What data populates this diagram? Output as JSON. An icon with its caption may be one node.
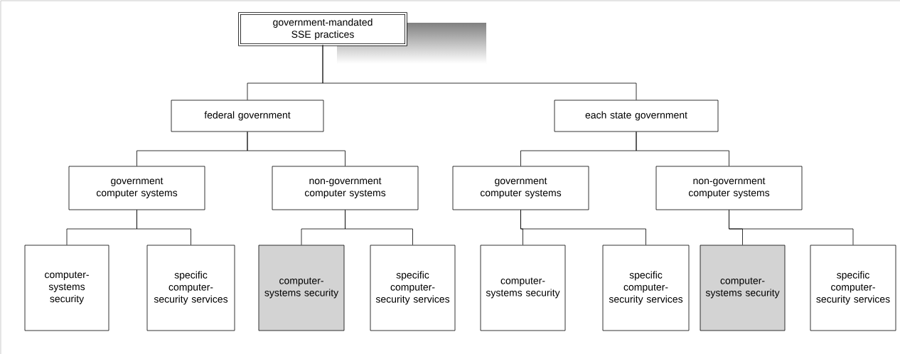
{
  "diagram": {
    "nodes": [
      {
        "text": [
          "government-mandated SSE practices"
        ]
      },
      {
        "text": [
          "federal government"
        ]
      },
      {
        "text": [
          "each state government"
        ]
      },
      {
        "text": [
          "government computer systems"
        ]
      },
      {
        "text": [
          "non-government computer systems"
        ]
      },
      {
        "text": [
          "government computer systems"
        ]
      },
      {
        "text": [
          "non-government computer systems"
        ]
      },
      {
        "text": [
          "computer-systems security"
        ]
      },
      {
        "text": [
          "specific computer-security services"
        ]
      },
      {
        "text": [
          "computer-systems security"
        ]
      },
      {
        "text": [
          "specific computer-security services"
        ]
      },
      {
        "text": [
          "computer-systems security"
        ]
      },
      {
        "text": [
          "specific computer-security services"
        ]
      },
      {
        "text": [
          "computer-systems security"
        ]
      },
      {
        "text": [
          "specific computer-security services"
        ]
      }
    ],
    "edges": [
      {
        "from": 0,
        "to": 1,
        "arrow": "none"
      },
      {
        "from": 0,
        "to": 2,
        "arrow": "none"
      },
      {
        "from": 1,
        "to": 3,
        "arrow": "none"
      },
      {
        "from": 1,
        "to": 4,
        "arrow": "none"
      },
      {
        "from": 2,
        "to": 5,
        "arrow": "none"
      },
      {
        "from": 2,
        "to": 6,
        "arrow": "none"
      },
      {
        "from": 3,
        "to": 7,
        "arrow": "none"
      },
      {
        "from": 3,
        "to": 8,
        "arrow": "none"
      },
      {
        "from": 4,
        "to": 9,
        "arrow": "none"
      },
      {
        "from": 4,
        "to": 10,
        "arrow": "none"
      },
      {
        "from": 5,
        "to": 11,
        "arrow": "none"
      },
      {
        "from": 5,
        "to": 12,
        "arrow": "none"
      },
      {
        "from": 6,
        "to": 13,
        "arrow": "none"
      },
      {
        "from": 6,
        "to": 14,
        "arrow": "none"
      }
    ]
  }
}
